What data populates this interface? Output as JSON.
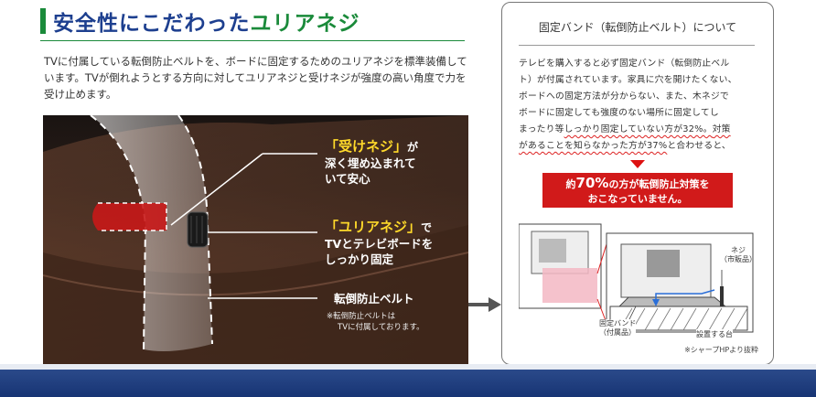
{
  "heading": {
    "part1": "安全性にこだわった",
    "part2": "ユリアネジ"
  },
  "intro": "TVに付属している転倒防止ベルトを、ボードに固定するためのユリアネジを標準装備しています。TVが倒れようとする方向に対してユリアネジと受けネジが強度の高い角度で力を受け止めます。",
  "photo": {
    "callout1": {
      "highlight": "「受けネジ」",
      "suffix": "が",
      "line2": "深く埋め込まれて",
      "line3": "いて安心"
    },
    "callout2": {
      "highlight": "「ユリアネジ」",
      "suffix": "で",
      "line2": "TVとテレビボードを",
      "line3": "しっかり固定"
    },
    "callout3": {
      "title": "転倒防止ベルト",
      "note1": "※転倒防止ベルトは",
      "note2": "TVに付属しております。"
    }
  },
  "panel": {
    "title": "固定バンド（転倒防止ベルト）について",
    "body_lines": [
      "テレビを購入すると必ず固定バンド（転倒防止ベル",
      "ト）が付属されています。家具に穴を開けたくない、",
      "ボードへの固定方法が分からない、また、木ネジで",
      "ボードに固定しても強度のない場所に固定してし"
    ],
    "body_line5a": "まったり等",
    "body_line5b": "しっかり固定していない方が32%。",
    "body_line5c": "対策",
    "body_line6a": "があることを知らなかった方が37%",
    "body_line6b": "と合わせると、",
    "red_box": {
      "pre": "約",
      "pct": "70%",
      "mid": "の方が転倒防止対策を",
      "line2": "おこなっていません。"
    },
    "diagram": {
      "screw_label1": "ネジ",
      "screw_label2": "（市販品）",
      "band_label1": "固定バンド",
      "band_label2": "（付属品）",
      "base_label": "設置する台"
    },
    "cite": "※シャープHPより抜粋"
  },
  "colors": {
    "heading_blue": "#1d3f8f",
    "heading_green": "#1a8a3a",
    "highlight_yellow": "#ffd92a",
    "alert_red": "#d11a1a",
    "band_blue": "#173474"
  }
}
